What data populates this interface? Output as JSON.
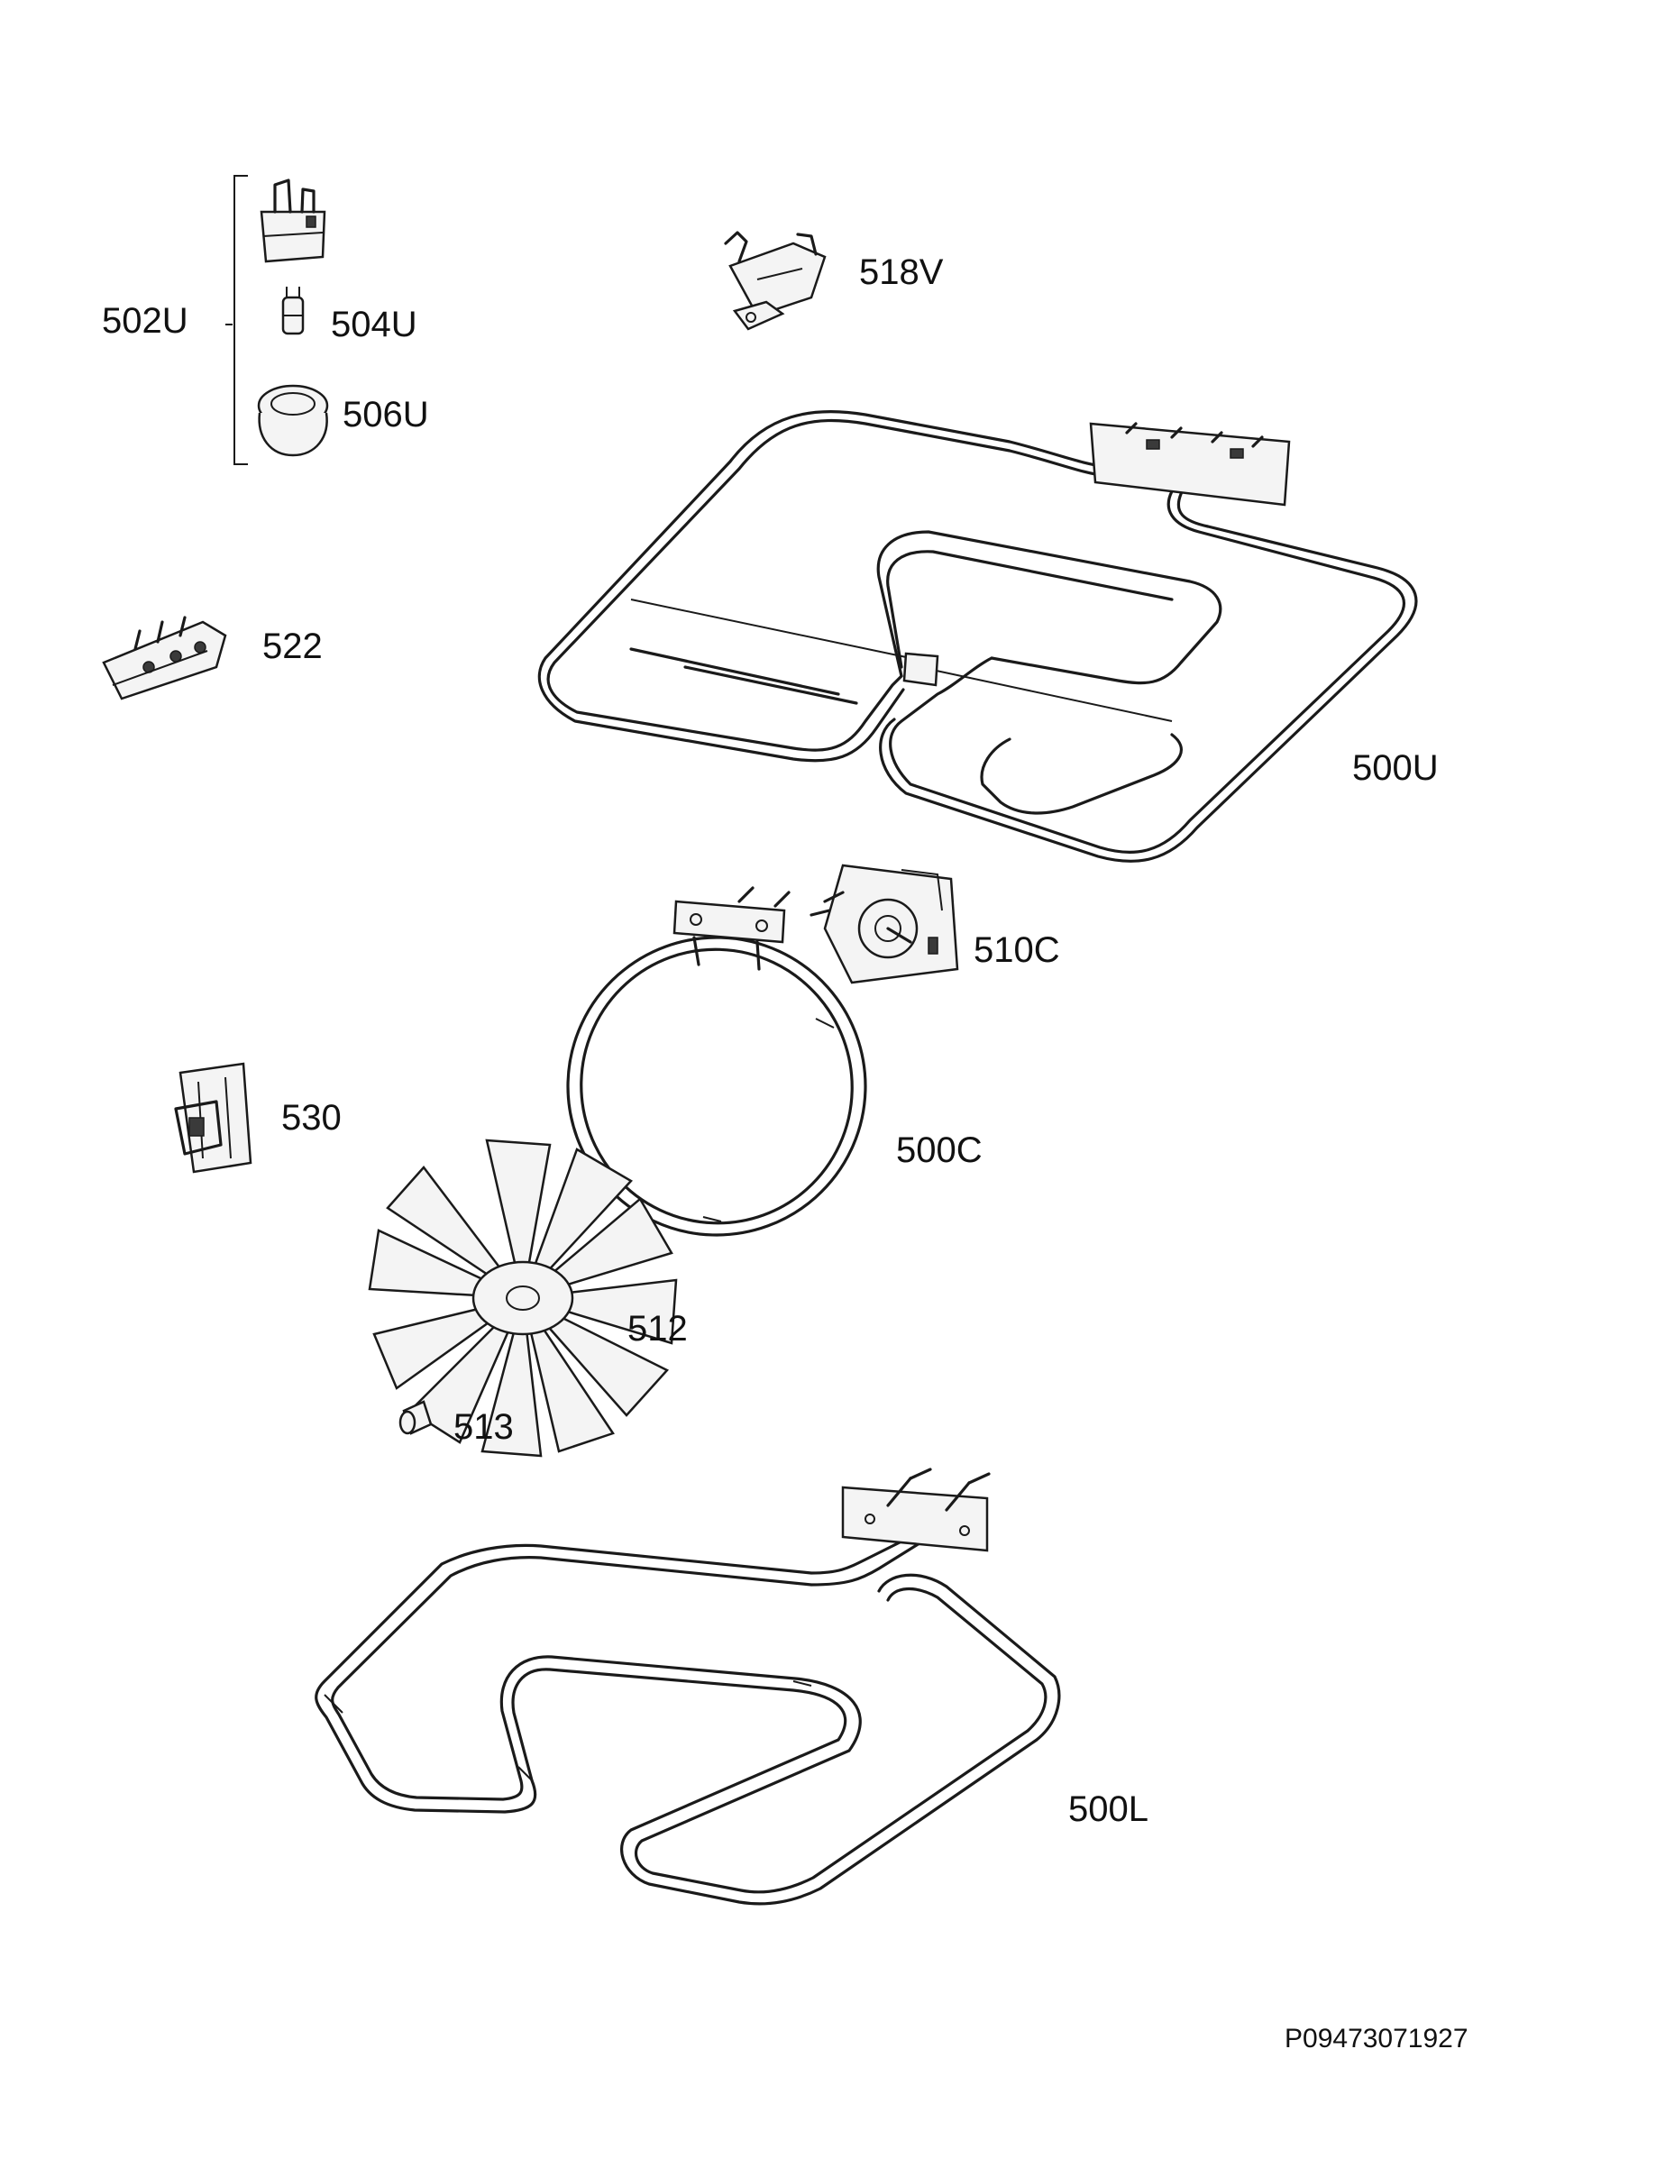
{
  "parts": [
    {
      "id": "lamp-holder",
      "label": "502U"
    },
    {
      "id": "lamp-bulb",
      "label": "504U"
    },
    {
      "id": "lamp-cover",
      "label": "506U"
    },
    {
      "id": "thermostat-safety",
      "label": "518V"
    },
    {
      "id": "terminal-block",
      "label": "522"
    },
    {
      "id": "upper-grill-element",
      "label": "500U"
    },
    {
      "id": "fan-motor",
      "label": "510C"
    },
    {
      "id": "circular-element",
      "label": "500C"
    },
    {
      "id": "fan-clip",
      "label": "530"
    },
    {
      "id": "fan-blade",
      "label": "512"
    },
    {
      "id": "fan-nut",
      "label": "513"
    },
    {
      "id": "lower-element",
      "label": "500L"
    }
  ],
  "reference_code": "P09473071927",
  "colors": {
    "line": "#1a1a1a",
    "background": "#ffffff"
  }
}
